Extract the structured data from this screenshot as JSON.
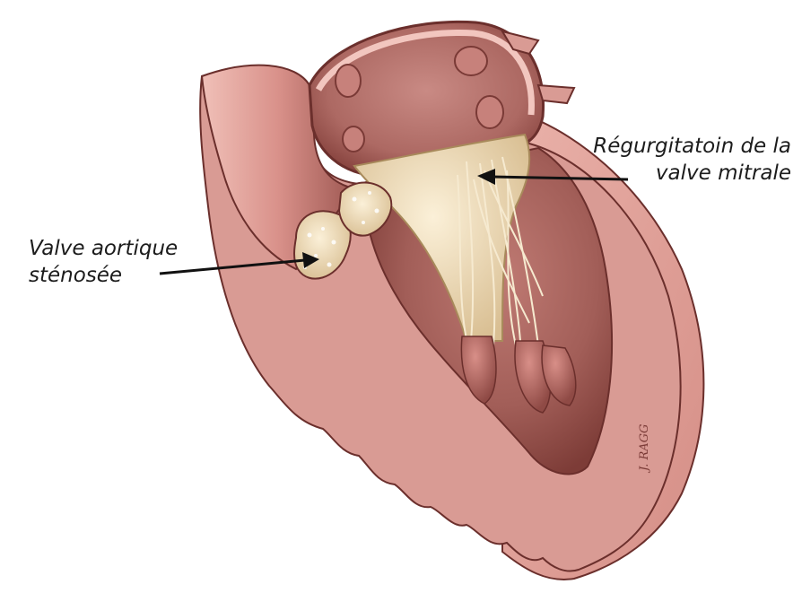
{
  "labels": {
    "mitral": {
      "line1": "Régurgitatoin de la",
      "line2": "valve mitrale"
    },
    "aortic": {
      "line1": "Valve aortique",
      "line2": "sténosée"
    }
  },
  "signature": "J. RAGG",
  "colors": {
    "tissue_light": "#e6a7a0",
    "tissue_mid": "#c98880",
    "tissue_dark": "#8f4a45",
    "cavity": "#b36862",
    "valve_cream": "#efdcb8",
    "outline": "#5a2a28",
    "label_text": "#1c1c1c",
    "arrow": "#111111"
  }
}
